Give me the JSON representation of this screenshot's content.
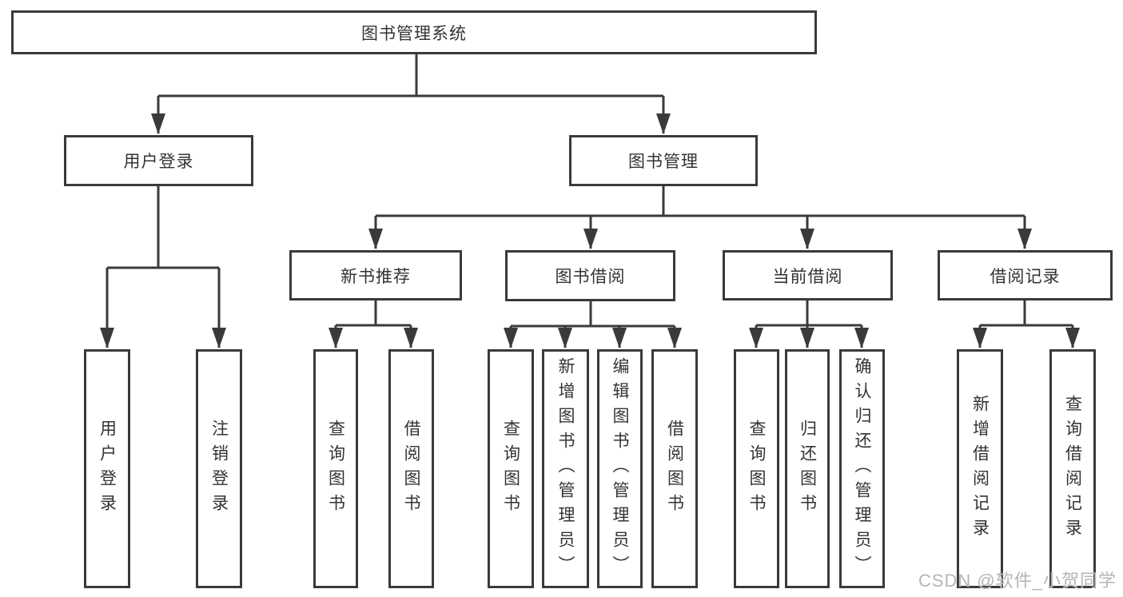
{
  "diagram": {
    "root": {
      "label": "图书管理系统"
    },
    "children": [
      {
        "label": "用户登录",
        "children": [
          {
            "label": "用户登录"
          },
          {
            "label": "注销登录"
          }
        ]
      },
      {
        "label": "图书管理",
        "children": [
          {
            "label": "新书推荐",
            "children": [
              {
                "label": "查询图书"
              },
              {
                "label": "借阅图书"
              }
            ]
          },
          {
            "label": "图书借阅",
            "children": [
              {
                "label": "查询图书"
              },
              {
                "label": "新增图书（管理员）"
              },
              {
                "label": "编辑图书（管理员）"
              },
              {
                "label": "借阅图书"
              }
            ]
          },
          {
            "label": "当前借阅",
            "children": [
              {
                "label": "查询图书"
              },
              {
                "label": "归还图书"
              },
              {
                "label": "确认归还（管理员）"
              }
            ]
          },
          {
            "label": "借阅记录",
            "children": [
              {
                "label": "新增借阅记录"
              },
              {
                "label": "查询借阅记录"
              }
            ]
          }
        ]
      }
    ]
  },
  "watermark": {
    "text": "CSDN @软件_小贺同学"
  },
  "colors": {
    "line": "#3a3a3a",
    "box_border": "#3a3a3a",
    "text": "#333333",
    "background": "#ffffff",
    "watermark": "#b5b5b5"
  }
}
